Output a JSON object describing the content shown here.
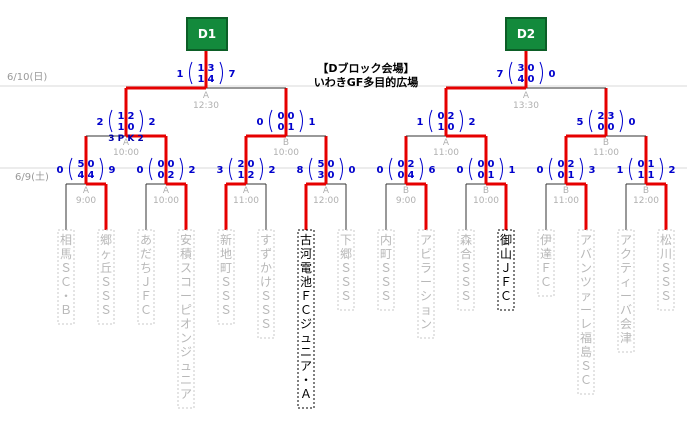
{
  "dates": {
    "final": "6/10(日)",
    "first": "6/9(土)"
  },
  "venue": {
    "line1": "【Dブロック会場】",
    "line2": "いわきGF多目的広場"
  },
  "finals": [
    {
      "label": "D1",
      "court": "A",
      "time": "12:30",
      "leftTotal": "1",
      "top": [
        "1",
        "3"
      ],
      "bottom": [
        "1",
        "4"
      ],
      "rightTotal": "7"
    },
    {
      "label": "D2",
      "court": "A",
      "time": "13:30",
      "leftTotal": "7",
      "top": [
        "3",
        "0"
      ],
      "bottom": [
        "4",
        "0"
      ],
      "rightTotal": "0"
    }
  ],
  "semis": [
    {
      "court": "A",
      "time": "10:00",
      "leftTotal": "2",
      "top": [
        "1",
        "2"
      ],
      "bottom": [
        "1",
        "0"
      ],
      "rightTotal": "2",
      "pk": "3 P K 2"
    },
    {
      "court": "B",
      "time": "10:00",
      "leftTotal": "0",
      "top": [
        "0",
        "0"
      ],
      "bottom": [
        "0",
        "1"
      ],
      "rightTotal": "1"
    },
    {
      "court": "A",
      "time": "11:00",
      "leftTotal": "1",
      "top": [
        "0",
        "2"
      ],
      "bottom": [
        "1",
        "0"
      ],
      "rightTotal": "2"
    },
    {
      "court": "B",
      "time": "11:00",
      "leftTotal": "5",
      "top": [
        "2",
        "3"
      ],
      "bottom": [
        "0",
        "0"
      ],
      "rightTotal": "0"
    }
  ],
  "firsts": [
    {
      "court": "A",
      "time": "9:00",
      "leftTotal": "0",
      "top": [
        "5",
        "0"
      ],
      "bottom": [
        "4",
        "4"
      ],
      "rightTotal": "9"
    },
    {
      "court": "A",
      "time": "10:00",
      "leftTotal": "0",
      "top": [
        "0",
        "0"
      ],
      "bottom": [
        "0",
        "2"
      ],
      "rightTotal": "2"
    },
    {
      "court": "A",
      "time": "11:00",
      "leftTotal": "3",
      "top": [
        "2",
        "0"
      ],
      "bottom": [
        "1",
        "2"
      ],
      "rightTotal": "2"
    },
    {
      "court": "A",
      "time": "12:00",
      "leftTotal": "8",
      "top": [
        "5",
        "0"
      ],
      "bottom": [
        "3",
        "0"
      ],
      "rightTotal": "0"
    },
    {
      "court": "B",
      "time": "9:00",
      "leftTotal": "0",
      "top": [
        "0",
        "2"
      ],
      "bottom": [
        "0",
        "4"
      ],
      "rightTotal": "6"
    },
    {
      "court": "B",
      "time": "10:00",
      "leftTotal": "0",
      "top": [
        "0",
        "0"
      ],
      "bottom": [
        "0",
        "1"
      ],
      "rightTotal": "1"
    },
    {
      "court": "B",
      "time": "11:00",
      "leftTotal": "0",
      "top": [
        "0",
        "2"
      ],
      "bottom": [
        "0",
        "1"
      ],
      "rightTotal": "3"
    },
    {
      "court": "B",
      "time": "12:00",
      "leftTotal": "1",
      "top": [
        "0",
        "1"
      ],
      "bottom": [
        "1",
        "1"
      ],
      "rightTotal": "2"
    }
  ],
  "teams": [
    {
      "name": "相馬ＳＣ・Ｂ"
    },
    {
      "name": "郷ヶ丘ＳＳＳ"
    },
    {
      "name": "あだちＪＦＣ"
    },
    {
      "name": "安積スコーピオンジュニア"
    },
    {
      "name": "新地町ＳＳＳ"
    },
    {
      "name": "すずかけＳＳＳ"
    },
    {
      "name": "古河電池ＦＣジュニア・Ａ"
    },
    {
      "name": "下郷ＳＳＳ"
    },
    {
      "name": "内町ＳＳＳ"
    },
    {
      "name": "アビラーション"
    },
    {
      "name": "森合ＳＳＳ"
    },
    {
      "name": "御山ＪＦＣ"
    },
    {
      "name": "伊達ＦＣ"
    },
    {
      "name": "アバンツァーレ福島ＳＣ"
    },
    {
      "name": "アクティーバ会津"
    },
    {
      "name": "松川ＳＳＳ"
    }
  ],
  "colors": {
    "winner_line": "#e60000",
    "loser_line": "#333333",
    "score": "#0000cc",
    "block_box": "#138a3c"
  }
}
